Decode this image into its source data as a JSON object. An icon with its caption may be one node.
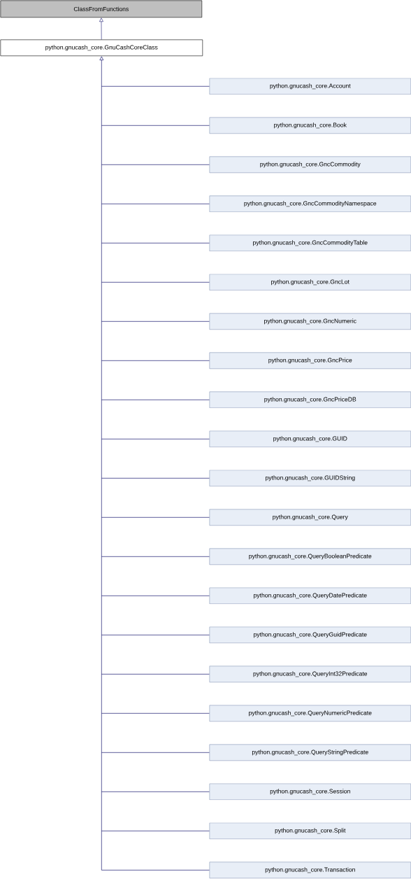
{
  "diagram": {
    "nodes": [
      {
        "text": [
          "ClassFromFunctions"
        ]
      },
      {
        "text": [
          "python.gnucash_core.GnuCashCoreClass"
        ]
      },
      {
        "text": [
          "python.gnucash_core.Account"
        ]
      },
      {
        "text": [
          "python.gnucash_core.Book"
        ]
      },
      {
        "text": [
          "python.gnucash_core.GncCommodity"
        ]
      },
      {
        "text": [
          "python.gnucash_core.GncCommodityNamespace"
        ]
      },
      {
        "text": [
          "python.gnucash_core.GncCommodityTable"
        ]
      },
      {
        "text": [
          "python.gnucash_core.GncLot"
        ]
      },
      {
        "text": [
          "python.gnucash_core.GncNumeric"
        ]
      },
      {
        "text": [
          "python.gnucash_core.GncPrice"
        ]
      },
      {
        "text": [
          "python.gnucash_core.GncPriceDB"
        ]
      },
      {
        "text": [
          "python.gnucash_core.GUID"
        ]
      },
      {
        "text": [
          "python.gnucash_core.GUIDString"
        ]
      },
      {
        "text": [
          "python.gnucash_core.Query"
        ]
      },
      {
        "text": [
          "python.gnucash_core.QueryBooleanPredicate"
        ]
      },
      {
        "text": [
          "python.gnucash_core.QueryDatePredicate"
        ]
      },
      {
        "text": [
          "python.gnucash_core.QueryGuidPredicate"
        ]
      },
      {
        "text": [
          "python.gnucash_core.QueryInt32Predicate"
        ]
      },
      {
        "text": [
          "python.gnucash_core.QueryNumericPredicate"
        ]
      },
      {
        "text": [
          "python.gnucash_core.QueryStringPredicate"
        ]
      },
      {
        "text": [
          "python.gnucash_core.Session"
        ]
      },
      {
        "text": [
          "python.gnucash_core.Split"
        ]
      },
      {
        "text": [
          "python.gnucash_core.Transaction"
        ]
      }
    ],
    "edges": [
      {
        "from": 1,
        "to": 0,
        "arrow": "to"
      },
      {
        "from": 2,
        "to": 1,
        "arrow": "to"
      },
      {
        "from": 3,
        "to": 1,
        "arrow": "to"
      },
      {
        "from": 4,
        "to": 1,
        "arrow": "to"
      },
      {
        "from": 5,
        "to": 1,
        "arrow": "to"
      },
      {
        "from": 6,
        "to": 1,
        "arrow": "to"
      },
      {
        "from": 7,
        "to": 1,
        "arrow": "to"
      },
      {
        "from": 8,
        "to": 1,
        "arrow": "to"
      },
      {
        "from": 9,
        "to": 1,
        "arrow": "to"
      },
      {
        "from": 10,
        "to": 1,
        "arrow": "to"
      },
      {
        "from": 11,
        "to": 1,
        "arrow": "to"
      },
      {
        "from": 12,
        "to": 1,
        "arrow": "to"
      },
      {
        "from": 13,
        "to": 1,
        "arrow": "to"
      },
      {
        "from": 14,
        "to": 1,
        "arrow": "to"
      },
      {
        "from": 15,
        "to": 1,
        "arrow": "to"
      },
      {
        "from": 16,
        "to": 1,
        "arrow": "to"
      },
      {
        "from": 17,
        "to": 1,
        "arrow": "to"
      },
      {
        "from": 18,
        "to": 1,
        "arrow": "to"
      },
      {
        "from": 19,
        "to": 1,
        "arrow": "to"
      },
      {
        "from": 20,
        "to": 1,
        "arrow": "to"
      },
      {
        "from": 21,
        "to": 1,
        "arrow": "to"
      },
      {
        "from": 22,
        "to": 1,
        "arrow": "to"
      }
    ]
  }
}
